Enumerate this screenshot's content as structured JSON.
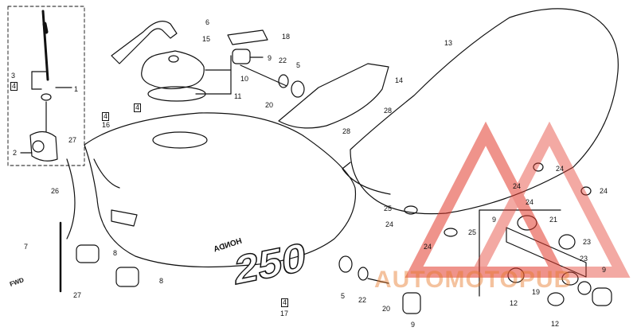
{
  "callouts": {
    "c1": "1",
    "c2": "2",
    "c3": "3",
    "c4a": "4",
    "c4b": "4",
    "c4c": "4",
    "c4d": "4",
    "c16": "16",
    "c6": "6",
    "c15": "15",
    "c18": "18",
    "c9a": "9",
    "c10": "10",
    "c11": "11",
    "c22a": "22",
    "c5a": "5",
    "c20a": "20",
    "c13": "13",
    "c14": "14",
    "c28a": "28",
    "c28b": "28",
    "c27a": "27",
    "c26": "26",
    "c7": "7",
    "c8a": "8",
    "c8b": "8",
    "c27b": "27",
    "c25a": "25",
    "c24a": "24",
    "c24b": "24",
    "c24c": "24",
    "c24d": "24",
    "c24e": "24",
    "c25b": "25",
    "c9b": "9",
    "c21": "21",
    "c23a": "23",
    "c23b": "23",
    "c12a": "12",
    "c19": "19",
    "c12b": "12",
    "c9c": "9",
    "c5b": "5",
    "c22b": "22",
    "c20b": "20",
    "c9d": "9",
    "c17": "17"
  },
  "tank_text": {
    "brand": "HONDA",
    "model": "250"
  },
  "fwd_label": "FWD",
  "watermark": "AUTOMOTOPUB",
  "colors": {
    "ink": "#111111",
    "watermark_red": "#e23b2e",
    "watermark_orange": "#f0a04a"
  }
}
